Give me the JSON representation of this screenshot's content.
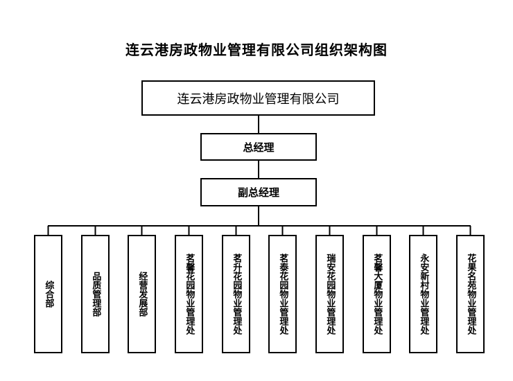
{
  "title": "连云港房政物业管理有限公司组织架构图",
  "company": "连云港房政物业管理有限公司",
  "general_manager": "总经理",
  "deputy_general_manager": "副总经理",
  "departments": [
    {
      "label": "综合部"
    },
    {
      "label": "品质管理部"
    },
    {
      "label": "经营发展部"
    },
    {
      "label": "茗馨花园物业管理处"
    },
    {
      "label": "茗升花园物业管理处"
    },
    {
      "label": "茗泰花园物业管理处"
    },
    {
      "label": "瑞安花园物业管理处"
    },
    {
      "label": "茗馨大厦物业管理处"
    },
    {
      "label": "永安新村物业管理处"
    },
    {
      "label": "花果名苑物业管理处"
    }
  ]
}
